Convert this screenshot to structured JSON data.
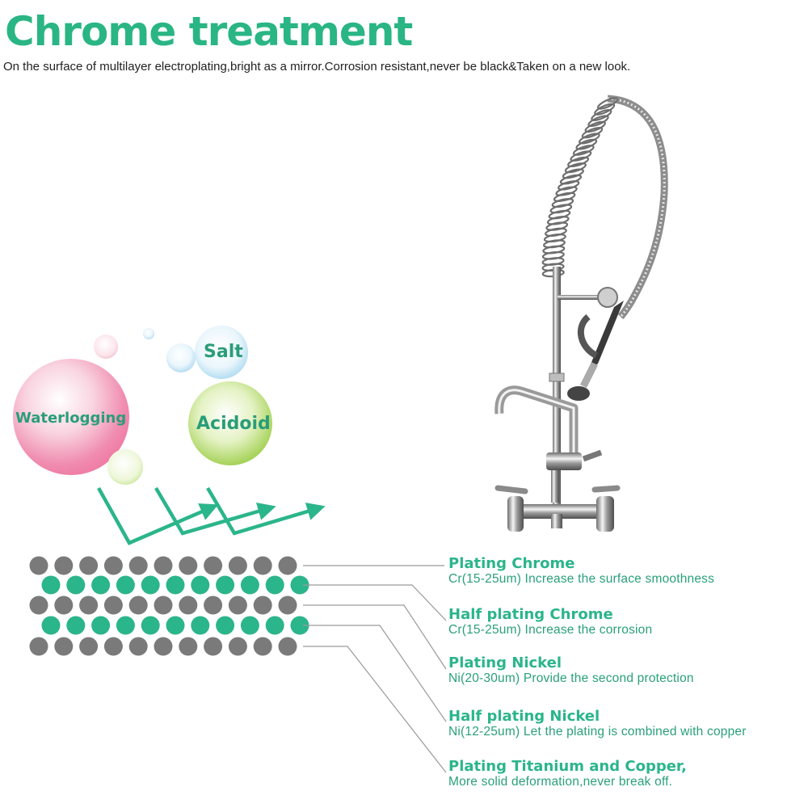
{
  "header": {
    "title": "Chrome treatment",
    "subtitle": "On the surface of multilayer electroplating,bright as a mirror.Corrosion resistant,never be black&Taken on a new look."
  },
  "bubbles": [
    {
      "label": "Waterlogging"
    },
    {
      "label": "Salt"
    },
    {
      "label": "Acidoid"
    }
  ],
  "layers": [
    {
      "title": "Plating Chrome",
      "desc": "Cr(15-25um) Increase the surface smoothness"
    },
    {
      "title": "Half plating Chrome",
      "desc": "Cr(15-25um) Increase the corrosion"
    },
    {
      "title": "Plating Nickel",
      "desc": "Ni(20-30um) Provide the second protection"
    },
    {
      "title": "Half plating Nickel",
      "desc": "Ni(12-25um) Let the plating is combined with copper"
    },
    {
      "title": "Plating Titanium and Copper,",
      "desc": "More solid deformation,never break off."
    }
  ],
  "colors": {
    "accent_green": "#2bb58a",
    "title_green": "#2ab585",
    "gray_dot": "#7a7a7a",
    "green_dot": "#2bb58a",
    "pink_bubble": "#f2a7bd",
    "lime_bubble": "#b9dc7a",
    "blue_bubble": "#bfe3f2"
  }
}
